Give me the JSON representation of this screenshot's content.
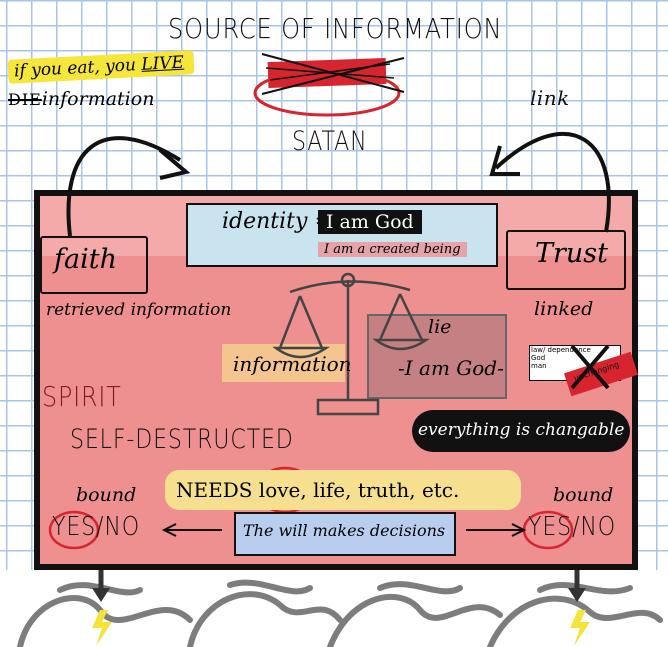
{
  "title": "SOURCE OF INFORMATION",
  "satan_label": "SATAN",
  "link_note": "link",
  "eat_note": {
    "prefix": "if you eat, you ",
    "live": "LIVE"
  },
  "die_row": {
    "die": "DIE",
    "info": "information"
  },
  "identity": {
    "prefix": "identity =",
    "claim": "I am God",
    "creature": "I am a created being"
  },
  "faith": {
    "label": "faith",
    "caption": "retrieved information"
  },
  "trust": {
    "label": "Trust",
    "caption": "linked"
  },
  "scale": {
    "left_label": "information",
    "right_top": "lie",
    "right_bottom": "-I am God-"
  },
  "spirit": "SPIRIT",
  "self_destructed": "SELF-DESTRUCTED",
  "changable": "everything is changable",
  "law_box": "law/ dependence\nGod\nman",
  "red_tag": "unchanging",
  "needs": "NEEDS love, life, truth, etc.",
  "left_choice": {
    "bound": "bound",
    "yesno": "YES/NO"
  },
  "right_choice": {
    "bound": "bound",
    "yesno": "YES/NO"
  },
  "will": "The will makes decisions",
  "colors": {
    "panel": "#ee9090",
    "highlight_yellow": "#f6e63c",
    "identity_blue": "#c9e4ee",
    "will_blue": "#b9cdee",
    "needs_yellow": "#f6df8e",
    "spirit_red": "#8a1622",
    "circle_red": "#d8242f"
  }
}
